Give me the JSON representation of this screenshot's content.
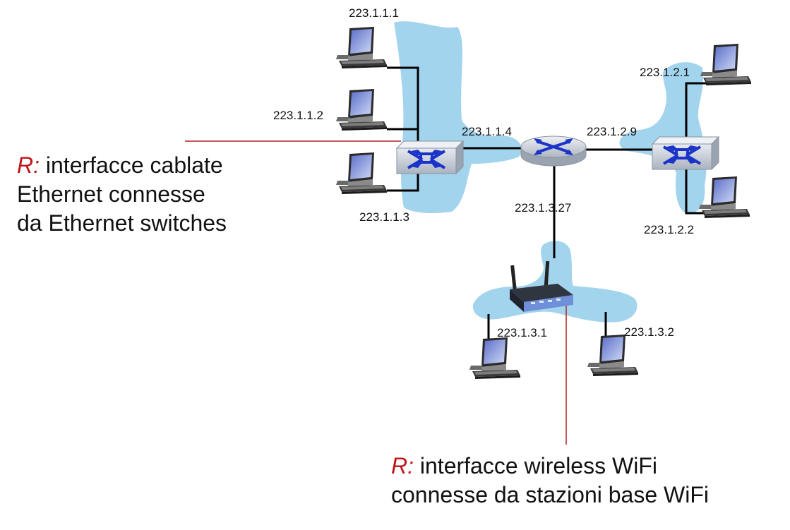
{
  "colors": {
    "subnet_fill": "#a3d4ee",
    "link": "#000000",
    "annotation_line": "#b22222",
    "annotation_prefix": "#c0141c",
    "switch_body": "#d4dae3",
    "switch_arrows": "#1a33c8"
  },
  "hosts": {
    "h1": {
      "address": "223.1.1.1",
      "icon": "desktop-computer-icon"
    },
    "h2": {
      "address": "223.1.1.2",
      "icon": "desktop-computer-icon"
    },
    "h3": {
      "address": "223.1.1.3",
      "icon": "desktop-computer-icon"
    },
    "h4": {
      "address": "223.1.2.1",
      "icon": "desktop-computer-icon"
    },
    "h5": {
      "address": "223.1.2.2",
      "icon": "desktop-computer-icon"
    },
    "h6": {
      "address": "223.1.3.1",
      "icon": "desktop-computer-icon"
    },
    "h7": {
      "address": "223.1.3.2",
      "icon": "desktop-computer-icon"
    }
  },
  "router": {
    "icon": "router-icon",
    "interfaces": {
      "if1": "223.1.1.4",
      "if2": "223.1.2.9",
      "if3": "223.1.3.27"
    }
  },
  "switches": [
    "ethernet-switch-icon",
    "ethernet-switch-icon"
  ],
  "access_point": {
    "icon": "wifi-base-station-icon"
  },
  "annotations": {
    "wired": {
      "prefix": "R:",
      "line1": "interfacce cablate",
      "line2": "Ethernet connesse",
      "line3": "da Ethernet switches"
    },
    "wireless": {
      "prefix": "R:",
      "line1": "interfacce wireless WiFi",
      "line2": "connesse da stazioni base WiFi"
    }
  }
}
